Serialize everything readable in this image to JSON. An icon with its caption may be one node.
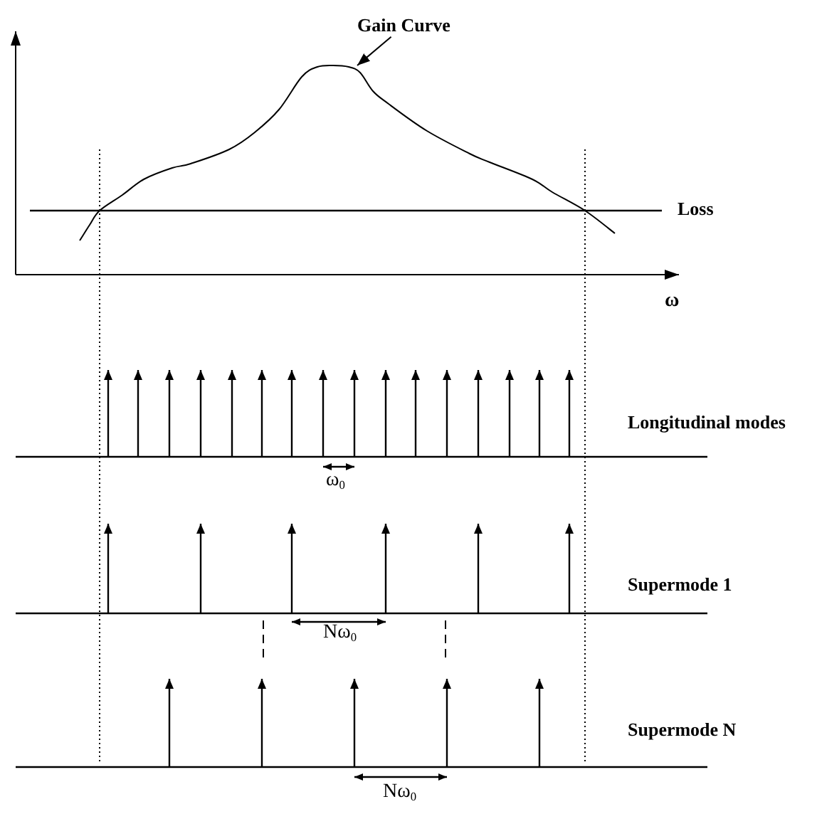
{
  "diagram": {
    "nodes": [
      {
        "text": [
          "Gain Curve"
        ]
      },
      {
        "text": [],
        "shape": "curve"
      }
    ],
    "edges": [
      {
        "from": 0,
        "to": 1,
        "arrow": "to"
      }
    ],
    "labels": [
      "Loss",
      "ω",
      "Longitudinal modes",
      "ω$_{0}$",
      "Supermode 1",
      "Nω$_{0}$",
      "Supermode N",
      "Nω$_{0}$"
    ]
  }
}
